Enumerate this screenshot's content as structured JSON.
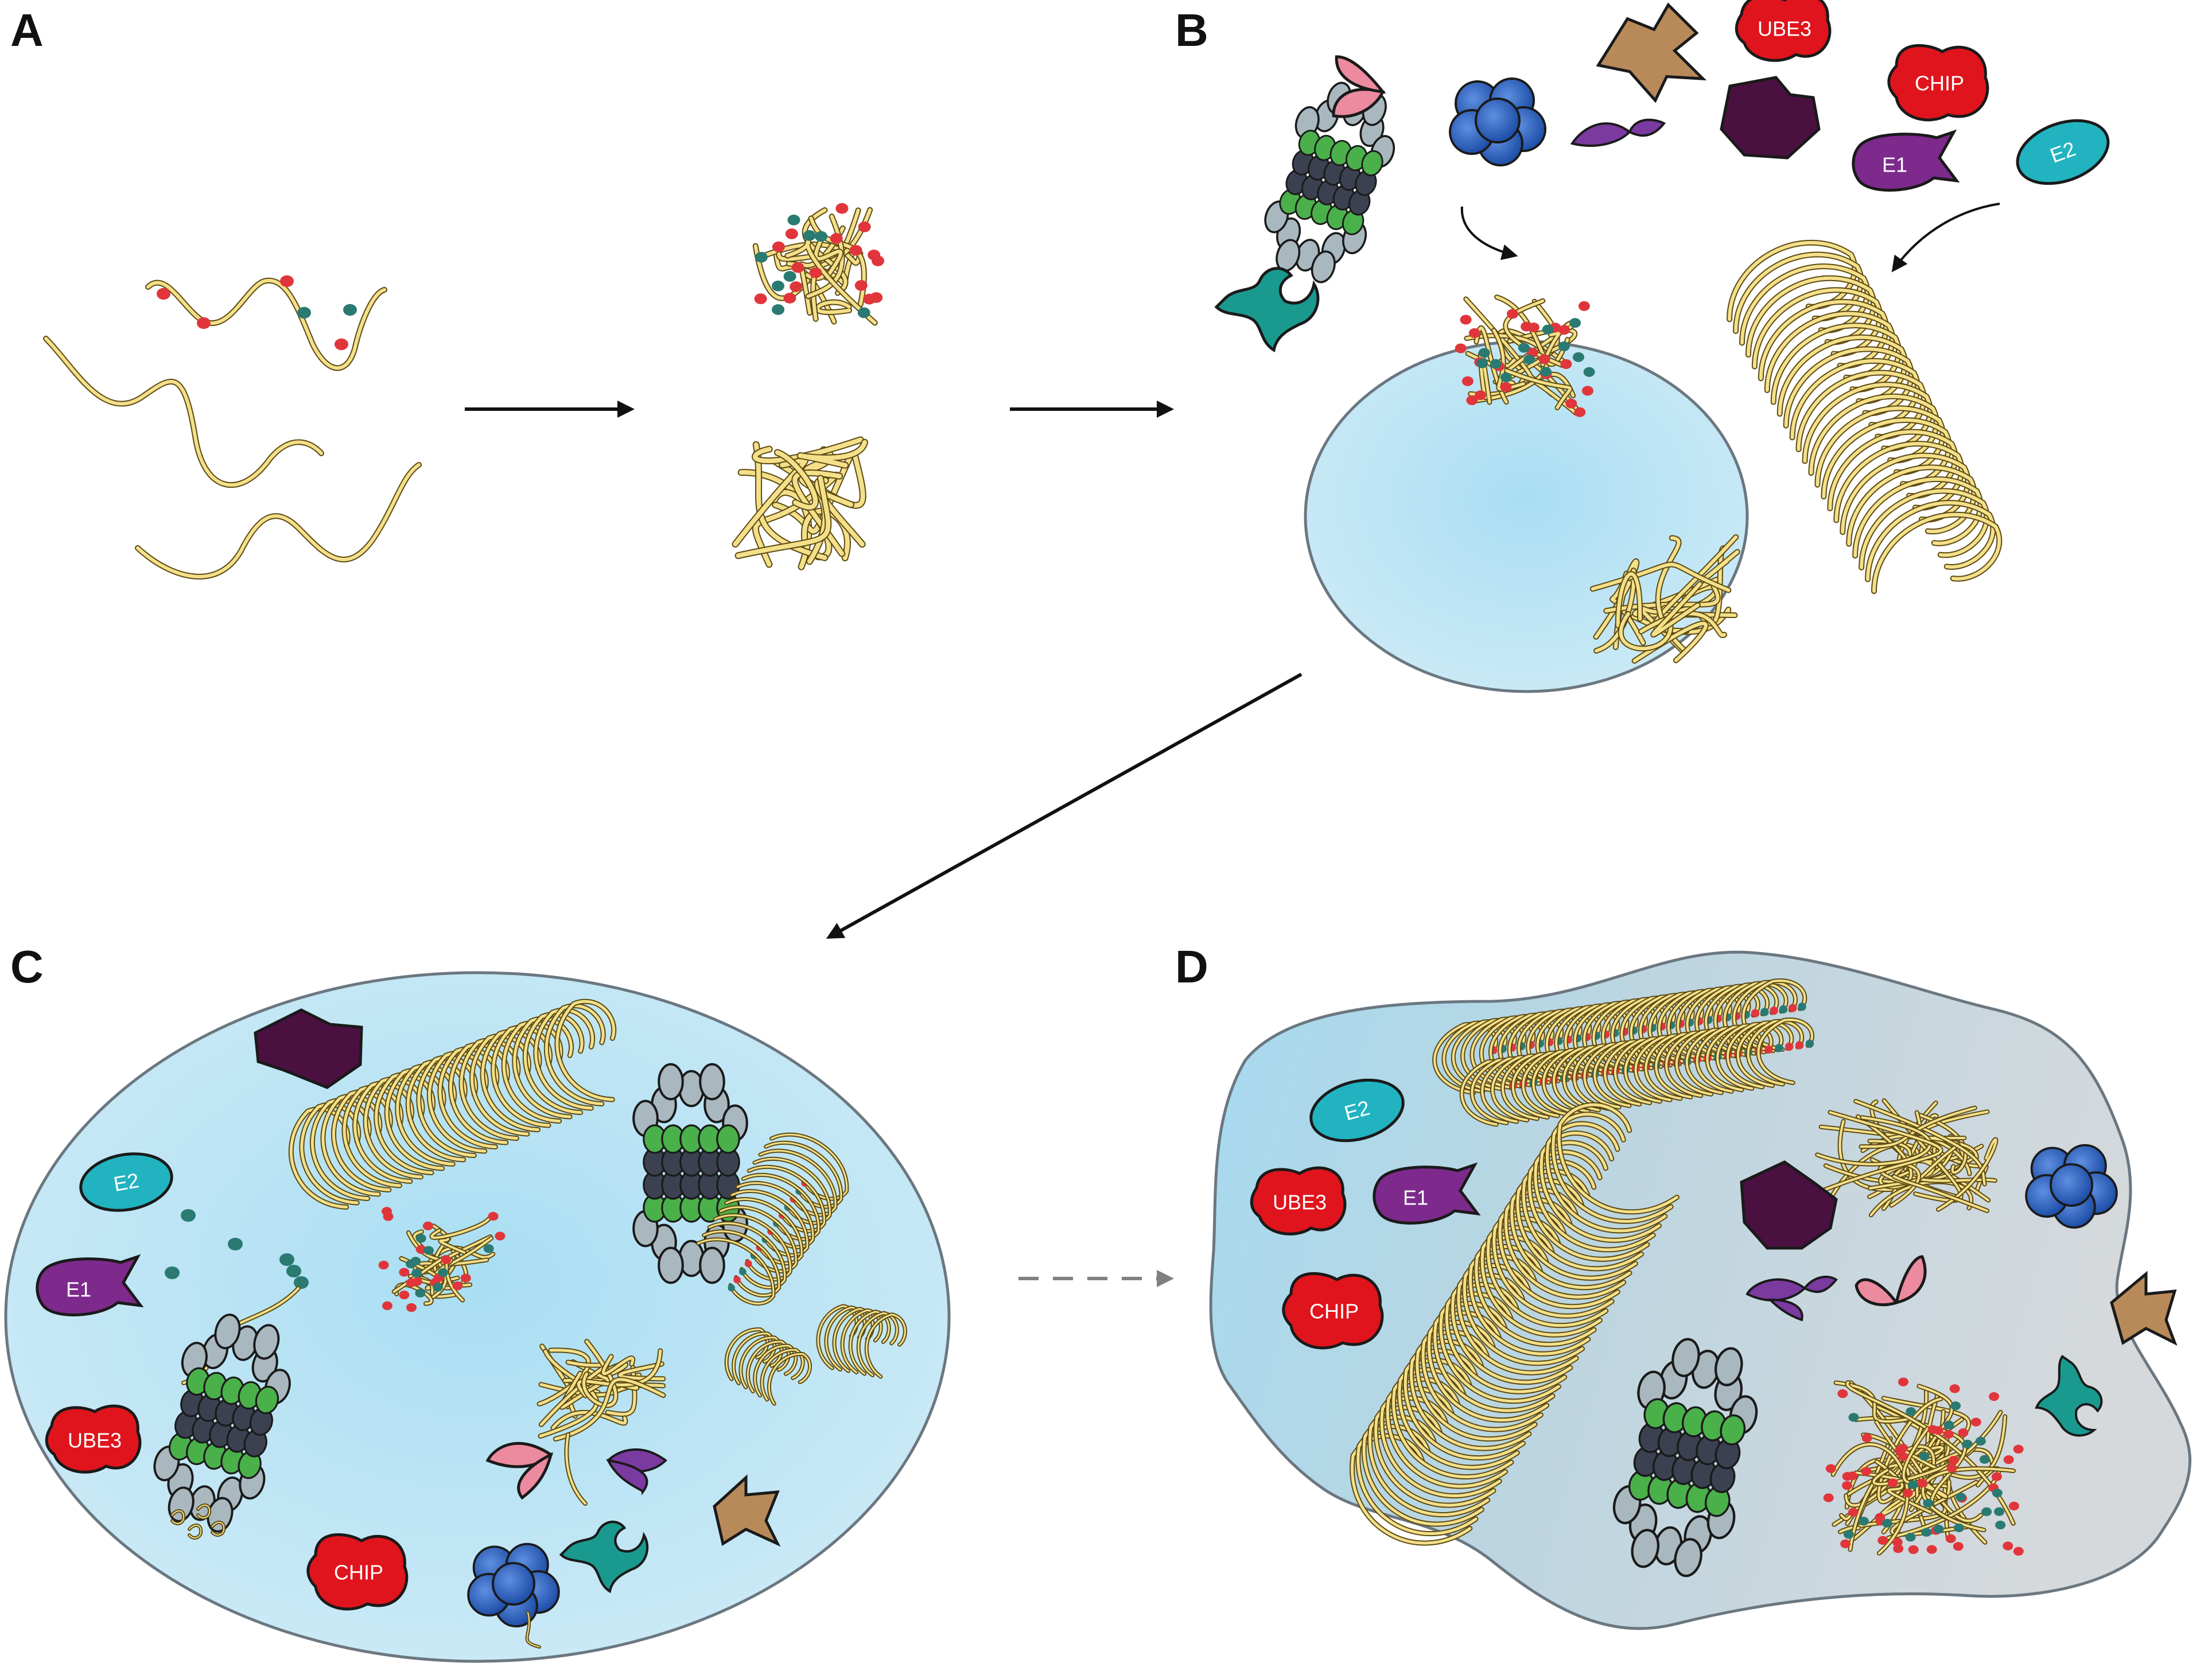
{
  "panels": [
    {
      "id": "A",
      "label": "A"
    },
    {
      "id": "B",
      "label": "B"
    },
    {
      "id": "C",
      "label": "C"
    },
    {
      "id": "D",
      "label": "D"
    }
  ],
  "enzymes": {
    "ube3": "UBE3",
    "chip": "CHIP",
    "e1": "E1",
    "e2": "E2"
  },
  "colors": {
    "fiber": "#f5e08a",
    "fiber_outline": "#5c4a12",
    "ubiquitin_red": "#e0363b",
    "ubiquitin_teal": "#2a7a72",
    "cell_fill": "#b9e2f3",
    "cell_outline": "#6b7780",
    "aggregate_fill": "#c9d2d8",
    "e2_color": "#22b3c0",
    "e1_color": "#7d2a8c",
    "red_enzyme": "#e0141c",
    "dark_purple": "#4a1040",
    "pink": "#ec8aa0",
    "violet": "#7a3aa0",
    "tan": "#b88a5a",
    "teal_protein": "#1a9a8f",
    "blue_cluster": "#2a5fb8",
    "proteasome_gray": "#a9b8bf",
    "proteasome_green": "#4ab04a",
    "proteasome_dark": "#3b4150",
    "arrow": "#111111",
    "dashed_arrow": "#808080"
  }
}
